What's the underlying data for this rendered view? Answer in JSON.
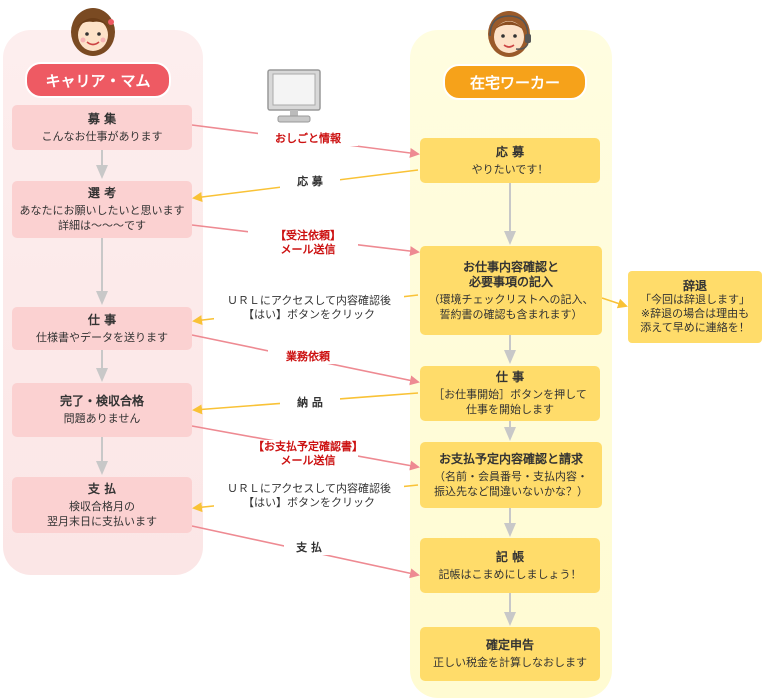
{
  "roles": {
    "left": "キャリア・マム",
    "right": "在宅ワーカー"
  },
  "left_steps": [
    {
      "title": "募 集",
      "lines": [
        "こんなお仕事があります"
      ]
    },
    {
      "title": "選 考",
      "lines": [
        "あなたにお願いしたいと思います",
        "詳細は〜〜〜です"
      ]
    },
    {
      "title": "仕 事",
      "lines": [
        "仕様書やデータを送ります"
      ]
    },
    {
      "title": "完了・検収合格",
      "lines": [
        "問題ありません"
      ]
    },
    {
      "title": "支 払",
      "lines": [
        "検収合格月の",
        "翌月末日に支払います"
      ]
    }
  ],
  "right_steps": [
    {
      "title": "応 募",
      "lines": [
        "やりたいです！"
      ]
    },
    {
      "title": "お仕事内容確認と",
      "title2": "必要事項の記入",
      "lines": [
        "（環境チェックリストへの記入、",
        "誓約書の確認も含まれます）"
      ]
    },
    {
      "title": "仕 事",
      "lines": [
        "［お仕事開始］ボタンを押して",
        "仕事を開始します"
      ]
    },
    {
      "title": "お支払予定内容確認と請求",
      "lines": [
        "（名前・会員番号・支払内容・",
        "振込先など間違いないかな？）"
      ]
    },
    {
      "title": "記 帳",
      "lines": [
        "記帳はこまめにしましょう！"
      ]
    },
    {
      "title": "確定申告",
      "lines": [
        "正しい税金を計算しなおします"
      ]
    }
  ],
  "side_note": {
    "title": "辞退",
    "lines": [
      "「今回は辞退します」",
      "※辞退の場合は理由も",
      "添えて早めに連絡を！"
    ]
  },
  "flow_labels": {
    "job_info": "おしごと情報",
    "apply": "応 募",
    "order_1": "【受注依頼】",
    "order_2": "メール送信",
    "access_1a": "ＵＲＬにアクセスして内容確認後",
    "access_1b": "【はい】ボタンをクリック",
    "work_request": "業務依頼",
    "delivery": "納 品",
    "pay_notice_1": "【お支払予定確認書】",
    "pay_notice_2": "メール送信",
    "access_2a": "ＵＲＬにアクセスして内容確認後",
    "access_2b": "【はい】ボタンをクリック",
    "payment": "支 払"
  },
  "colors": {
    "left_accent": "#ee5a63",
    "right_accent": "#f6a21a",
    "left_box": "#fbd1d1",
    "right_box": "#ffdc6a",
    "arrow_pink": "#ee8a92",
    "arrow_yellow": "#f9c236",
    "arrow_gray": "#c8c8c8",
    "label_red": "#cc1111"
  },
  "icons": [
    "female-avatar-icon",
    "computer-monitor-icon",
    "headset-avatar-icon"
  ]
}
